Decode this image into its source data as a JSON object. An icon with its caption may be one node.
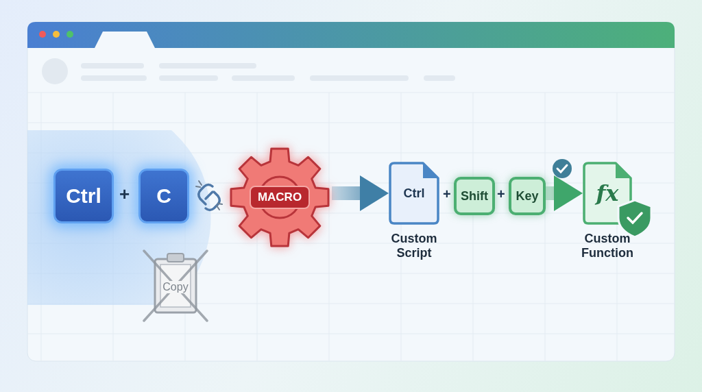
{
  "diagram": {
    "nodes": [
      {
        "text": [
          "Ctrl"
        ]
      },
      {
        "text": [
          "C"
        ]
      },
      {
        "text": [
          "MACRO"
        ]
      },
      {
        "text": [
          "Ctrl"
        ],
        "beside": [
          "Custom Script"
        ]
      },
      {
        "text": [
          "Shift"
        ]
      },
      {
        "text": [
          "Key"
        ]
      },
      {
        "text": [
          "fx"
        ],
        "beside": [
          "Custom Function"
        ]
      },
      {
        "text": [
          "Copy"
        ]
      }
    ],
    "edges": [
      {
        "from": 2,
        "to": 3,
        "arrow": "to",
        "style": "thick",
        "color": "#3f7fa6"
      },
      {
        "from": 5,
        "to": 6,
        "arrow": "to",
        "style": "thick",
        "color": "#3fa66b"
      }
    ],
    "labels": [
      "+",
      "+",
      "+"
    ]
  }
}
